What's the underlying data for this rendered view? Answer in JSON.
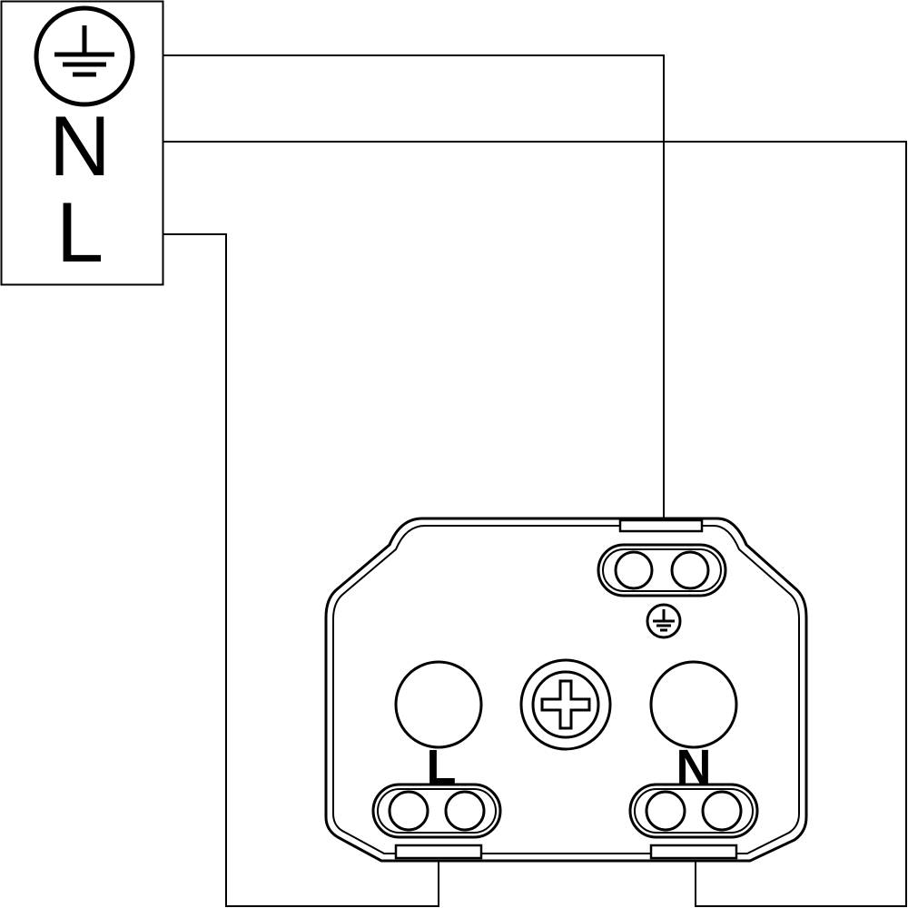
{
  "supply_box": {
    "earth_symbol": "earth-ground-icon",
    "neutral_label": "N",
    "live_label": "L"
  },
  "socket": {
    "earth_symbol": "earth-ground-icon",
    "live_label": "L",
    "neutral_label": "N",
    "center_screw": "screw-head-icon"
  },
  "colors": {
    "line": "#000000",
    "background": "#ffffff"
  }
}
